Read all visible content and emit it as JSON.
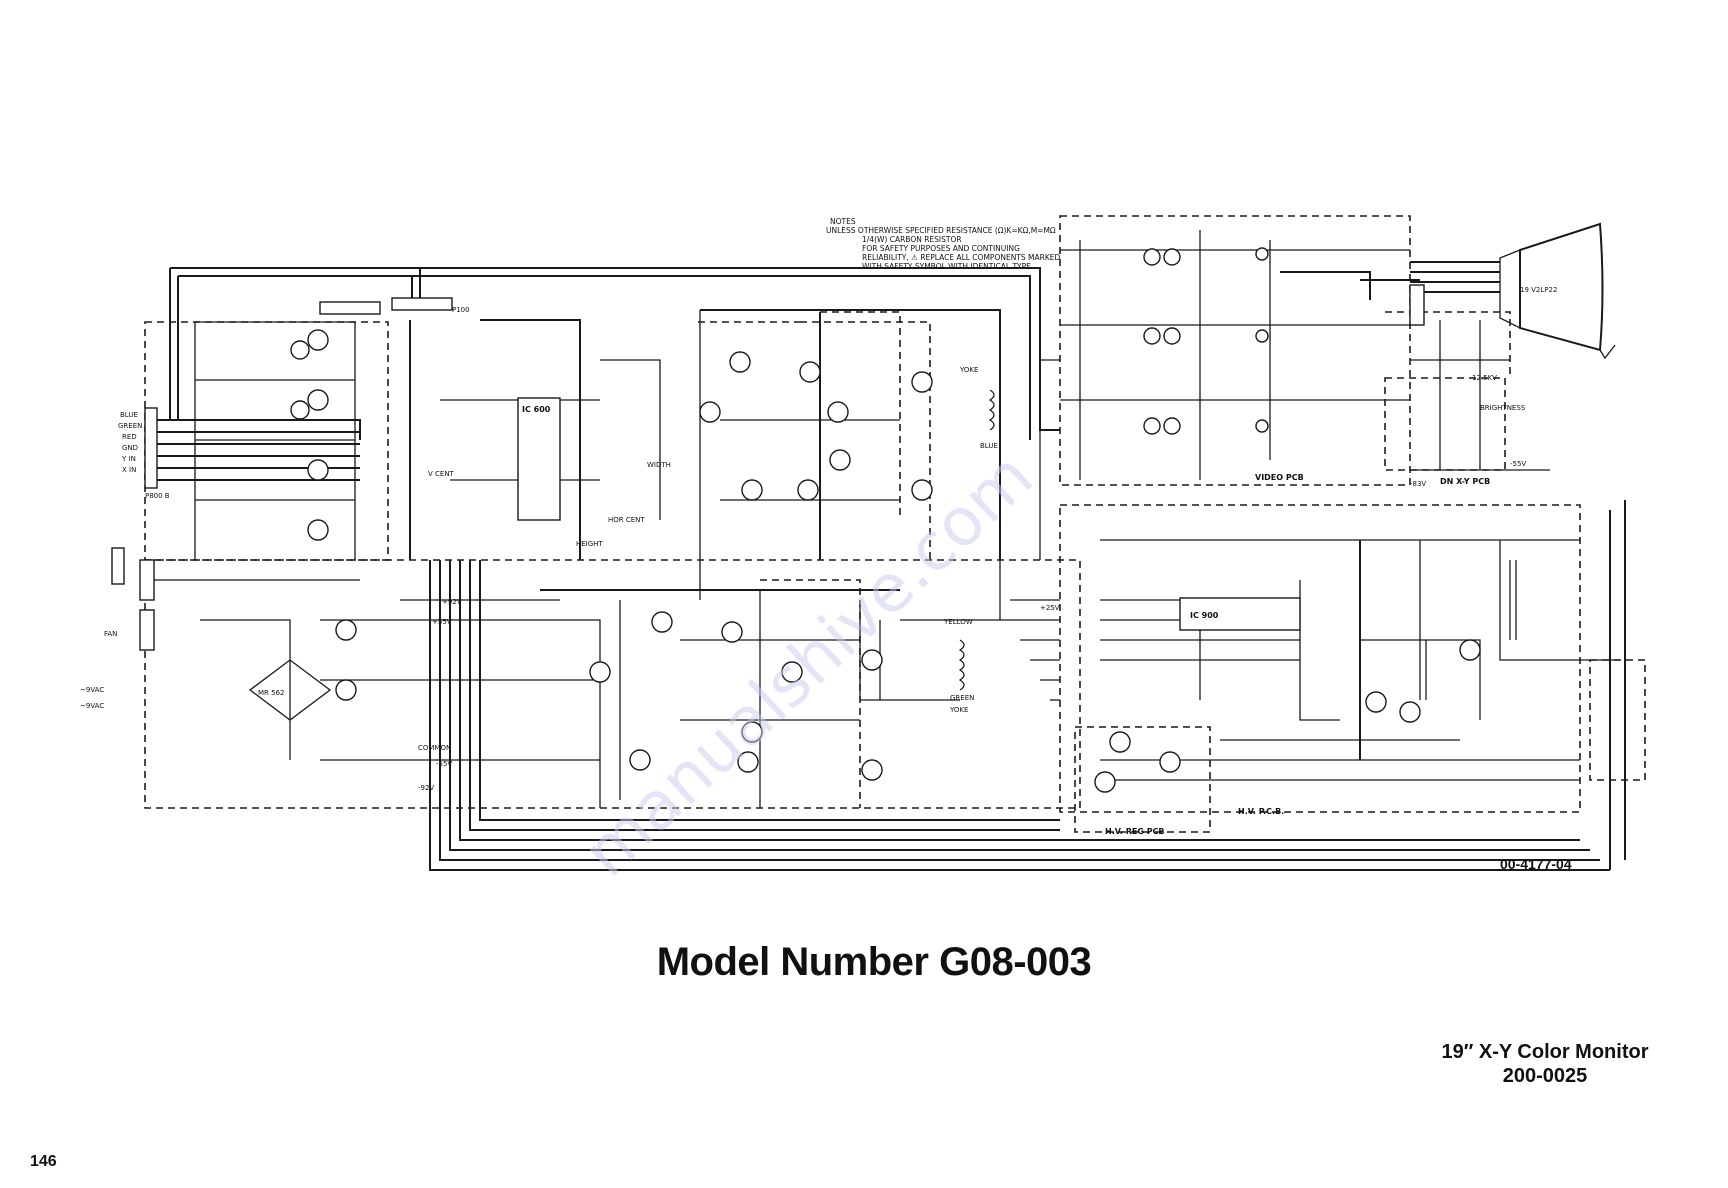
{
  "page_number": "146",
  "title": "Model Number G08-003",
  "subtitle_line1": "19″ X-Y Color Monitor",
  "subtitle_line2": "200-0025",
  "drawing_number": "00-4177-04",
  "notes": {
    "heading": "NOTES",
    "line1": "UNLESS OTHERWISE SPECIFIED RESISTANCE (Ω)K=KΩ,M=MΩ",
    "line2": "1/4(W) CARBON RESISTOR",
    "line3": "FOR SAFETY PURPOSES AND CONTINUING",
    "line4": "RELIABILITY, ⚠ REPLACE ALL COMPONENTS MARKED",
    "line5": "WITH SAFETY SYMBOL WITH IDENTICAL TYPE."
  },
  "boards": {
    "video": "VIDEO PCB",
    "dn_xy": "DN X-Y PCB",
    "hv_reg": "H.V. REG PCB",
    "hv": "H.V. P.C.B."
  },
  "ic_labels": {
    "ic600": "IC 600",
    "ic900": "IC 900"
  },
  "inputs": [
    "BLUE",
    "GREEN",
    "RED",
    "GND",
    "Y IN",
    "X IN"
  ],
  "connector_labels": {
    "p800b": "P800 B",
    "p100": "P100",
    "fan": "FAN",
    "yoke1": "YOKE",
    "yoke2": "YOKE",
    "blue": "BLUE",
    "green": "GREEN",
    "yellow": "YELLOW",
    "crt": "19 V2LP22"
  },
  "voltage_labels": {
    "v1": "+55V",
    "v2": "+92V",
    "v3": "-92V",
    "v4": "-55V",
    "v5": "12.5KV",
    "v6": "+25V",
    "v7": "COMMON",
    "v8": "-55V",
    "v9": "-83V"
  },
  "misc_labels": {
    "brightness": "BRIGHTNESS",
    "width": "WIDTH",
    "hor_cent": "HOR CENT",
    "height": "HEIGHT",
    "v_cent": "V CENT",
    "mr562": "MR 562",
    "ac_in1": "~9VAC",
    "ac_in2": "~9VAC"
  },
  "watermark": "manualshive.com"
}
